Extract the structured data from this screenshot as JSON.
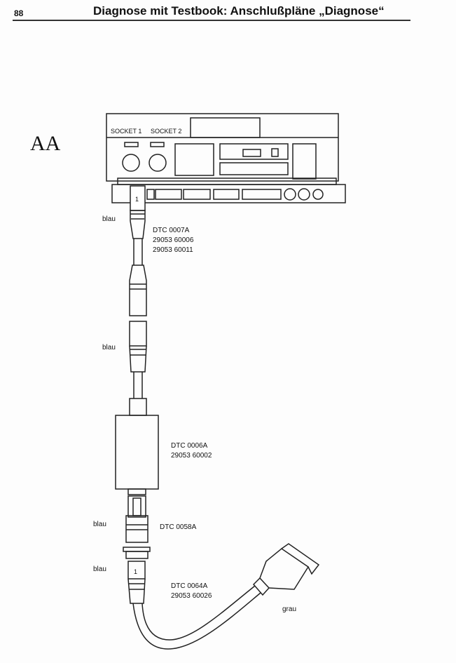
{
  "header": {
    "page_number": "88",
    "title": "Diagnose mit Testbook: Anschlußpläne „Diagnose“"
  },
  "figure_label": "AA",
  "device": {
    "socket1": "SOCKET 1",
    "socket2": "SOCKET 2",
    "plug_number": "1"
  },
  "labels": {
    "blau1": "blau",
    "dtc0007a": {
      "code": "DTC 0007A",
      "part1": "29053 60006",
      "part2": "29053 60011"
    },
    "blau2": "blau",
    "dtc0006a": {
      "code": "DTC 0006A",
      "part1": "29053 60002"
    },
    "blau3": "blau",
    "dtc0058a": "DTC 0058A",
    "blau4": "blau",
    "plug2_number": "1",
    "dtc0064a": {
      "code": "DTC 0064A",
      "part1": "29053 60026"
    },
    "grau": "grau"
  }
}
